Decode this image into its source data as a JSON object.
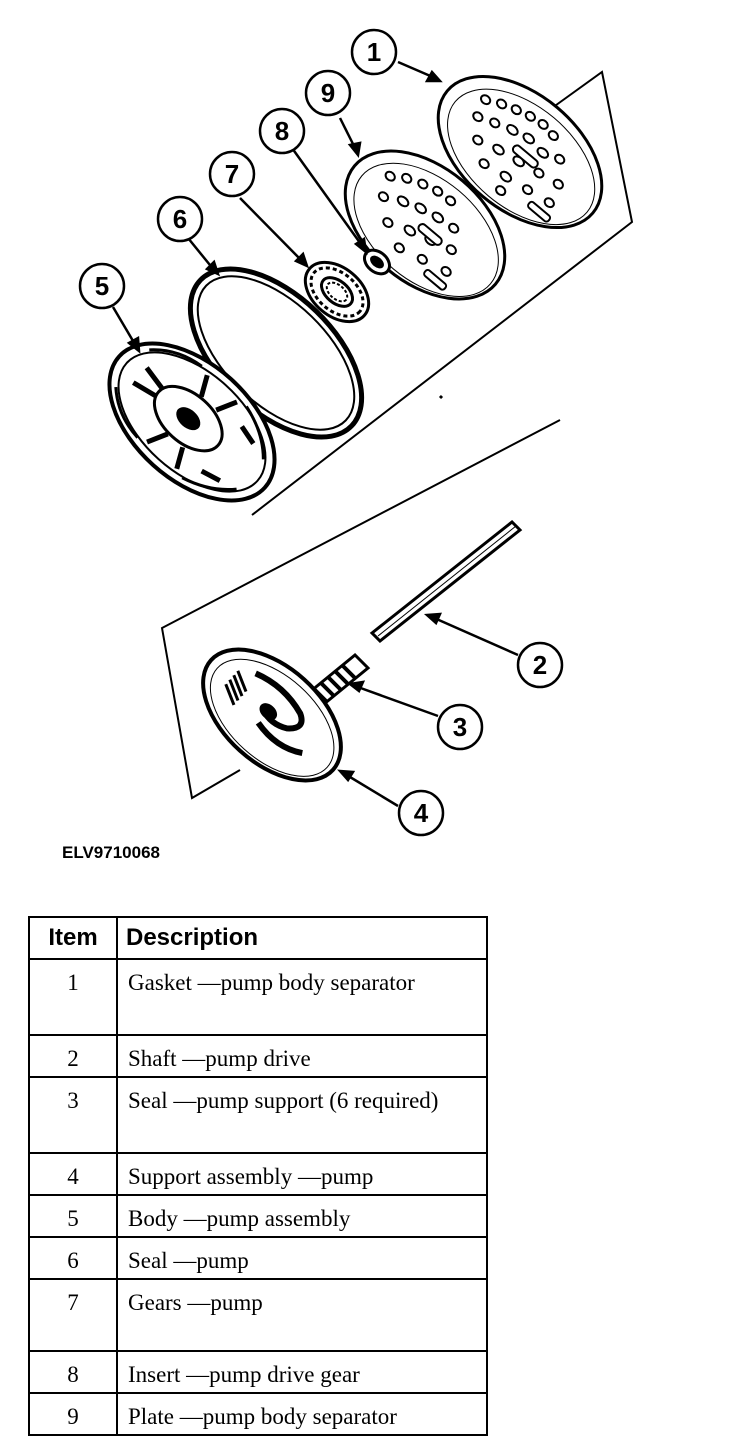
{
  "figure_code": "ELV9710068",
  "callouts": [
    "1",
    "2",
    "3",
    "4",
    "5",
    "6",
    "7",
    "8",
    "9"
  ],
  "table": {
    "headers": {
      "item": "Item",
      "description": "Description"
    },
    "rows": [
      {
        "item": "1",
        "description": "Gasket —pump body separator"
      },
      {
        "item": "2",
        "description": "Shaft —pump drive"
      },
      {
        "item": "3",
        "description": "Seal —pump support (6 required)"
      },
      {
        "item": "4",
        "description": "Support assembly —pump"
      },
      {
        "item": "5",
        "description": "Body —pump assembly"
      },
      {
        "item": "6",
        "description": "Seal —pump"
      },
      {
        "item": "7",
        "description": "Gears —pump"
      },
      {
        "item": "8",
        "description": "Insert —pump drive gear"
      },
      {
        "item": "9",
        "description": "Plate —pump body separator"
      }
    ]
  }
}
